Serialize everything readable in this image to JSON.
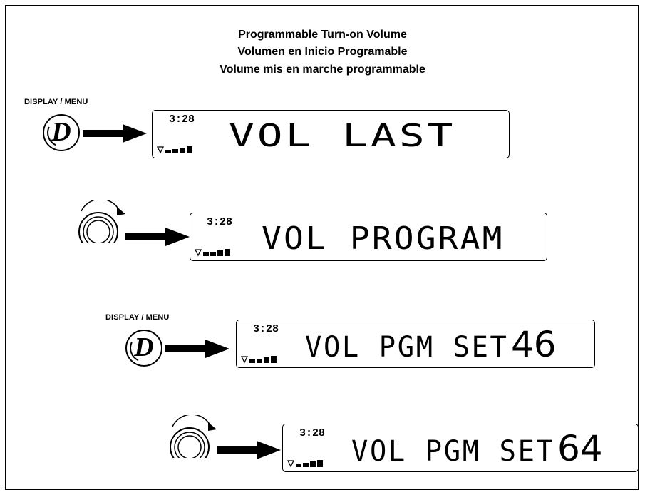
{
  "titles": {
    "line1": "Programmable Turn-on Volume",
    "line2": "Volumen en Inicio Programable",
    "line3": "Volume mis en marche programmable"
  },
  "buttons": {
    "display_menu_label": "DISPLAY / MENU",
    "display_glyph": "D"
  },
  "icons": {
    "display_button": "display-button-icon",
    "rotary_knob": "rotary-knob-icon",
    "arrow": "right-arrow-icon",
    "signal": "signal-strength-icon"
  },
  "screens": [
    {
      "time": "3:28",
      "text": "VOL LAST",
      "value": ""
    },
    {
      "time": "3:28",
      "text": "VOL PROGRAM",
      "value": ""
    },
    {
      "time": "3:28",
      "text": "VOL PGM SET",
      "value": "46"
    },
    {
      "time": "3:28",
      "text": "VOL PGM SET",
      "value": "64"
    }
  ]
}
